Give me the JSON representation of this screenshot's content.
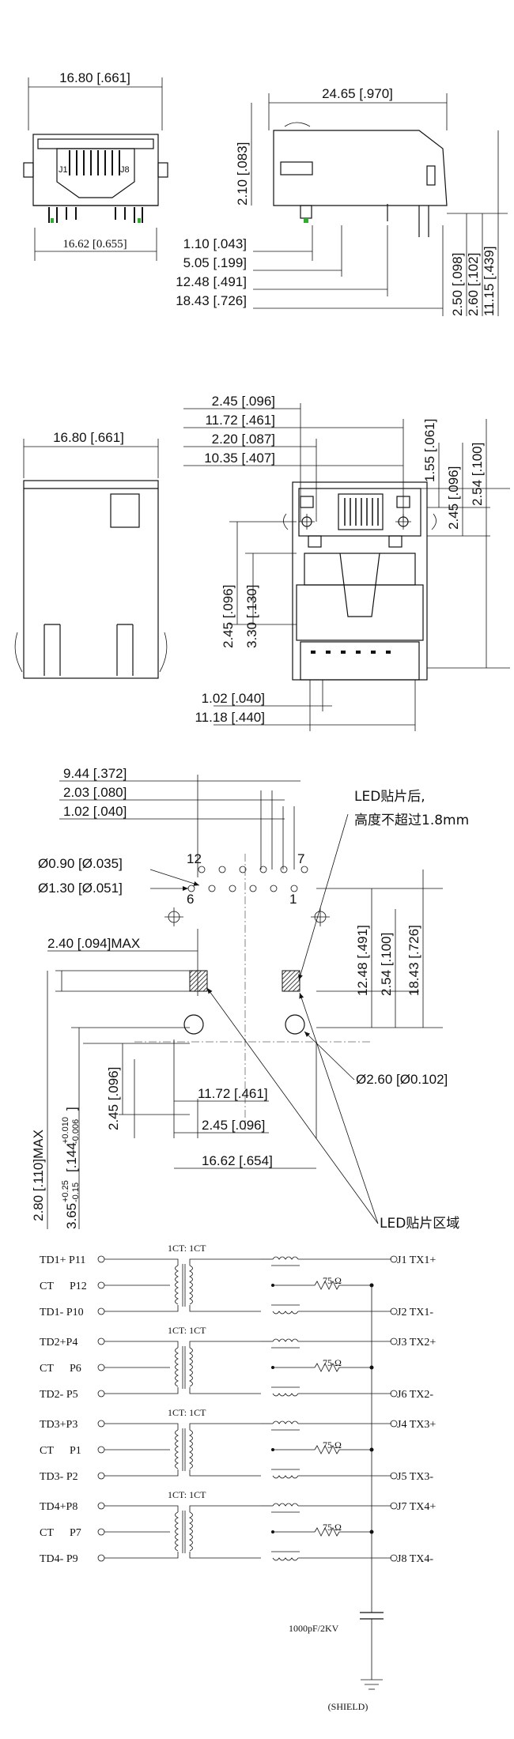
{
  "side_view": {
    "width_top": "16.80 [.661]",
    "width_bottom": "16.62 [0.655]",
    "label_j1": "J1",
    "label_j8": "J8"
  },
  "top_right_view": {
    "length": "24.65 [.970]",
    "height": "2.10 [.083]",
    "d1": "1.10 [.043]",
    "d2": "5.05 [.199]",
    "d3": "12.48 [.491]",
    "d4": "18.43 [.726]",
    "v1": "2.50 [.098]",
    "v2": "2.60 [.102]",
    "v3": "11.15 [.439]"
  },
  "front_view": {
    "width": "16.80 [.661]",
    "d1": "2.45 [.096]",
    "d2": "11.72 [.461]",
    "d3": "2.20 [.087]",
    "d4": "10.35 [.407]",
    "v1": "1.55 [.061]",
    "v2": "2.45 [.096]",
    "v3": "2.54 [.100]",
    "v4": "2.45 [.096]",
    "v5": "3.30 [.130]",
    "b1": "1.02 [.040]",
    "b2": "11.18 [.440]"
  },
  "footprint": {
    "d1": "9.44 [.372]",
    "d2": "2.03 [.080]",
    "d3": "1.02 [.040]",
    "note_line1": "LED贴片后,",
    "note_line2": "高度不超过1.8mm",
    "pin12": "12",
    "pin7": "7",
    "pin6": "6",
    "pin1": "1",
    "hole1": "Ø0.90 [Ø.035]",
    "hole2": "Ø1.30 [Ø.051]",
    "led_max": "2.40 [.094]MAX",
    "v1": "12.48 [.491]",
    "v2": "2.54 [.100]",
    "v3": "18.43 [.726]",
    "hole3": "Ø2.60 [Ø0.102]",
    "h1": "11.72 [.461]",
    "h2": "2.45 [.096]",
    "h3": "16.62 [.654]",
    "v4": "2.45 [.096]",
    "v5": "2.80 [.110]MAX",
    "v6_main": "3.65",
    "v6_tol_top": "+0.25",
    "v6_tol_bot": "-0.15",
    "v6_in": "[.144",
    "v6_in_tol_top": "+0.010",
    "v6_in_tol_bot": "-0.006",
    "v6_end": "]",
    "led_area": "LED贴片区域"
  },
  "schematic": {
    "channels": [
      {
        "ratio": "1CT: 1CT",
        "p_top": "TD1+ P11",
        "p_mid_ct": "CT",
        "p_mid": "P12",
        "p_bot": "TD1- P10",
        "r": "75 Ω",
        "j_top": "J1 TX1+",
        "j_bot": "J2 TX1-"
      },
      {
        "ratio": "1CT: 1CT",
        "p_top": "TD2+P4",
        "p_mid_ct": "CT",
        "p_mid": "P6",
        "p_bot": "TD2- P5",
        "r": "75 Ω",
        "j_top": "J3 TX2+",
        "j_bot": "J6 TX2-"
      },
      {
        "ratio": "1CT: 1CT",
        "p_top": "TD3+P3",
        "p_mid_ct": "CT",
        "p_mid": "P1",
        "p_bot": "TD3- P2",
        "r": "75 Ω",
        "j_top": "J4 TX3+",
        "j_bot": "J5 TX3-"
      },
      {
        "ratio": "1CT: 1CT",
        "p_top": "TD4+P8",
        "p_mid_ct": "CT",
        "p_mid": "P7",
        "p_bot": "TD4- P9",
        "r": "75 Ω",
        "j_top": "J7 TX4+",
        "j_bot": "J8 TX4-"
      }
    ],
    "cap": "1000pF/2KV",
    "shield": "(SHIELD)"
  }
}
